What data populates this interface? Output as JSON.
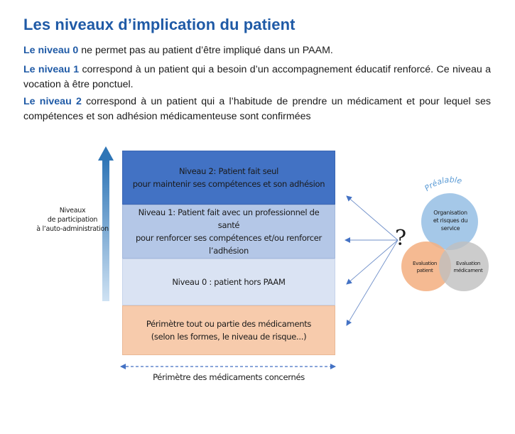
{
  "title": "Les niveaux d’implication du patient",
  "paragraphs": [
    {
      "level": "Le niveau 0",
      "text": " ne permet pas au patient d’être impliqué dans un PAAM."
    },
    {
      "level": "Le niveau 1",
      "text": " correspond à un patient qui a besoin d’un accompagnement éducatif renforcé. Ce niveau a vocation à être ponctuel."
    },
    {
      "level": "Le niveau 2",
      "text": " correspond à un patient qui a l’habitude de prendre un médicament et pour lequel ses compétences et son adhésion médicamenteuse sont confirmées"
    }
  ],
  "diagram": {
    "side_label": "Niveaux\nde participation\nà l’auto-administration",
    "boxes": {
      "niveau2": "Niveau 2: Patient fait seul\npour maintenir ses compétences et son adhésion",
      "niveau1": "Niveau 1: Patient  fait avec un professionnel de santé\npour renforcer ses compétences et/ou renforcer\nl’adhésion",
      "niveau0": "Niveau 0 : patient hors PAAM",
      "perimetre": "Périmètre tout ou partie des médicaments\n(selon les formes, le niveau de risque...)"
    },
    "bottom_label": "Périmètre des médicaments concernés",
    "question_mark": "?",
    "venn": {
      "arc_label": "Préalable",
      "organisation": "Organisation\net risques du\nservice",
      "evaluation_patient": "Evaluation\npatient",
      "evaluation_medicament": "Evaluation\nmédicament"
    },
    "colors": {
      "title_blue": "#1f5aa6",
      "niveau2": "#4272c4",
      "niveau1": "#b4c7e7",
      "niveau0": "#dae3f3",
      "perimetre": "#f7cbac",
      "arrow_up": "#2e75b6",
      "circle_organisation": "#9dc3e6",
      "circle_patient": "#f4b183",
      "circle_medicament": "#bfbfbf"
    }
  }
}
